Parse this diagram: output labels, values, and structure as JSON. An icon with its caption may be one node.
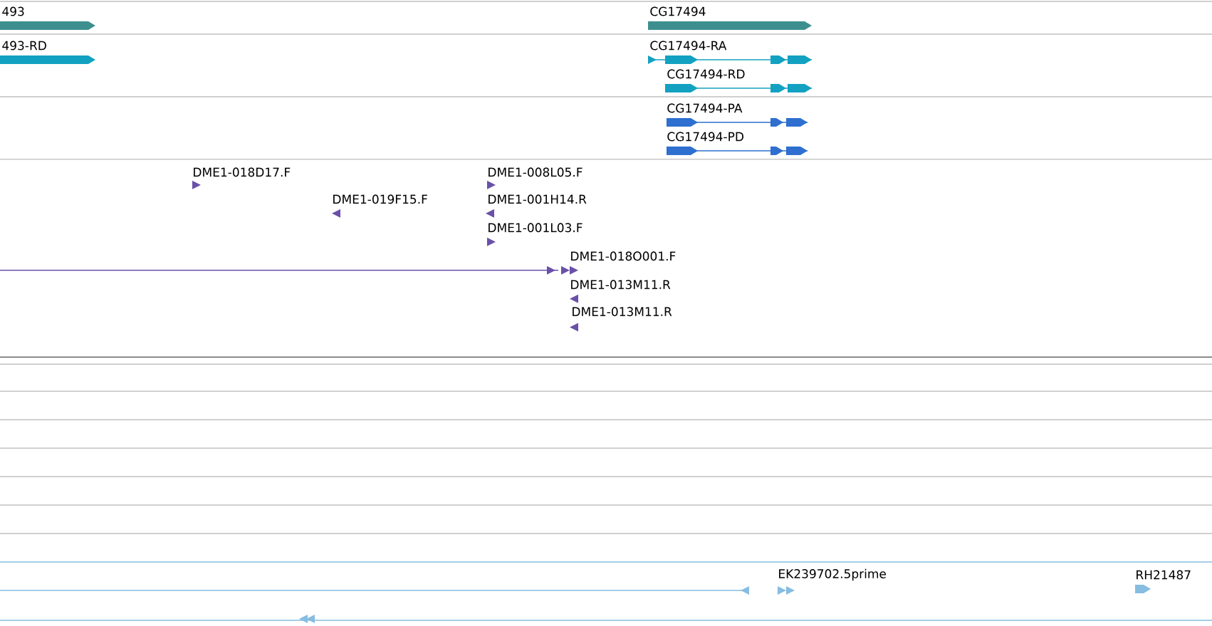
{
  "diagram": {
    "labels": [
      "493",
      "CG17494",
      "493-RD",
      "CG17494-RA",
      "CG17494-RD",
      "CG17494-PA",
      "CG17494-PD",
      "DME1-018D17.F",
      "DME1-008L05.F",
      "DME1-019F15.F",
      "DME1-001H14.R",
      "DME1-001L03.F",
      "DME1-018O001.F",
      "DME1-013M11.R",
      "DME1-013M11.R",
      "EK239702.5prime",
      "RH21487"
    ]
  }
}
